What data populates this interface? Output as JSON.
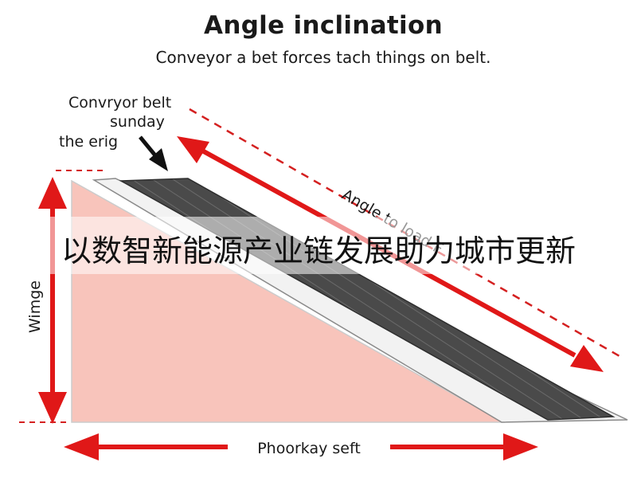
{
  "title": "Angle inclination",
  "subtitle": "Conveyor a bet forces tach things on belt.",
  "labels": {
    "belt_label_line1": "Convryor belt",
    "belt_label_line2": "sunday",
    "belt_label_line3": "the erig",
    "slope_label": "Angle to load F",
    "height_label": "Wimge",
    "base_label": "Phoorkay seft"
  },
  "banner": {
    "text": "以数智新能源产业链发展助力城市更新"
  },
  "colors": {
    "triangle_fill": "#f8c4bb",
    "belt_dark": "#4a4a4a",
    "arrow_red": "#e01818",
    "dashed_red": "#d42020",
    "text": "#1a1a1a"
  }
}
